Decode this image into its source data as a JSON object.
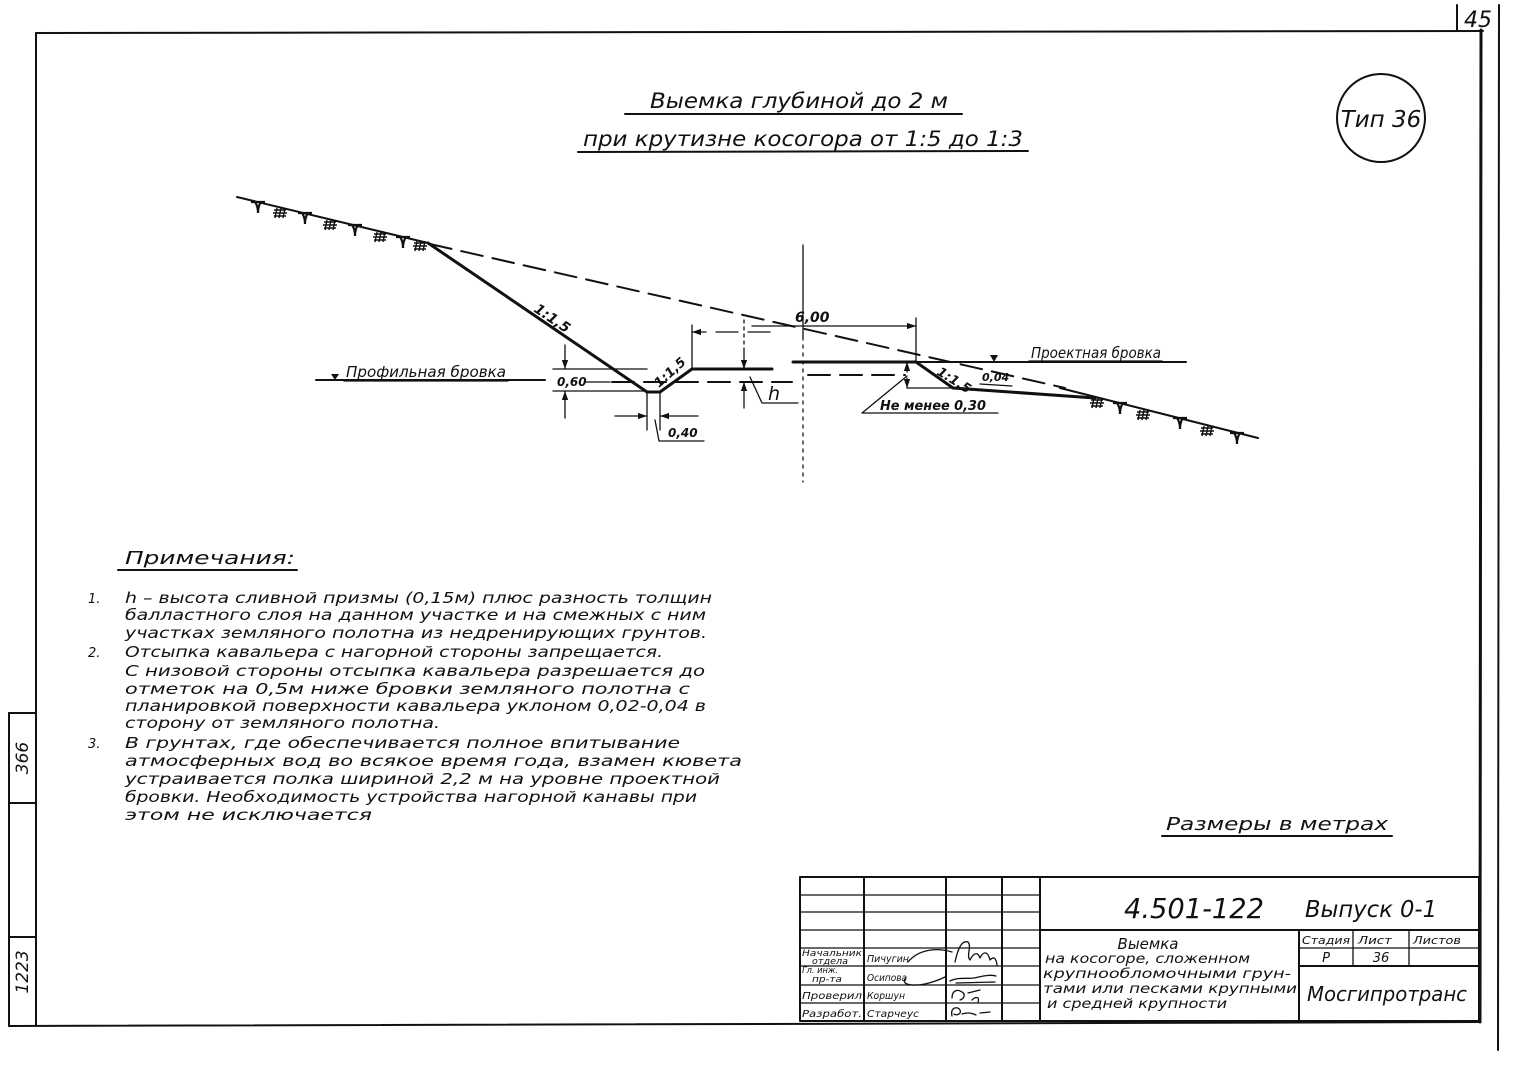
{
  "sheet": {
    "page_number": "45",
    "type_badge": "Тип 36"
  },
  "title": {
    "line1": "Выемка глубиной до 2 м",
    "line2": "при крутизне косогора от 1:5 до 1:3"
  },
  "drawing": {
    "labels": {
      "slope_left": "1:1,5",
      "slope_ditch": "1:1,5",
      "slope_right": "1:1,5",
      "profile_edge": "Профильная бровка",
      "project_edge": "Проектная бровка",
      "dim_width": "6,00",
      "dim_depth": "0,60",
      "dim_bottom": "0,40",
      "dim_h": "h",
      "dim_min": "Не менее 0,30",
      "grade": "0,04"
    }
  },
  "notes": {
    "heading": "Примечания:",
    "items": [
      {
        "number": "1.",
        "lines": [
          "h – высота сливной призмы (0,15м) плюс разность толщин",
          "балластного слоя на данном участке и на смежных с ним",
          "участках земляного полотна из недренирующих грунтов."
        ]
      },
      {
        "number": "2.",
        "lines": [
          "Отсыпка кавальера с нагорной стороны запрещается.",
          "С низовой стороны отсыпка кавальера разрешается до",
          "отметок на 0,5м ниже бровки земляного полотна с",
          "планировкой поверхности кавальера уклоном 0,02-0,04 в",
          "сторону от земляного полотна."
        ]
      },
      {
        "number": "3.",
        "lines": [
          "В грунтах, где обеспечивается полное впитывание",
          "атмосферных вод во всякое время года, взамен кювета",
          "устраивается полка шириной 2,2 м на уровне проектной",
          "бровки. Необходимость устройства нагорной канавы при",
          "этом не исключается"
        ]
      }
    ]
  },
  "units_note": "Размеры в метрах",
  "margin": {
    "top_cell": "366",
    "bottom_cell": "1223"
  },
  "title_block": {
    "doc_code": "4.501-122",
    "issue": "Выпуск 0-1",
    "description_lines": [
      "Выемка",
      "на косогоре, сложенном",
      "крупнообломочными грун-",
      "тами или песками крупными",
      "и средней крупности"
    ],
    "stage_header": "Стадия",
    "sheet_header": "Лист",
    "sheets_header": "Листов",
    "stage": "Р",
    "sheet": "36",
    "sheets": "",
    "organization": "Мосгипротранс",
    "signatures": [
      {
        "role": [
          "Начальник",
          "отдела"
        ],
        "name": "Пичугин"
      },
      {
        "role": [
          "Гл. инж.",
          "пр-та"
        ],
        "name": "Осипова"
      },
      {
        "role": [
          "Проверил"
        ],
        "name": "Коршун"
      },
      {
        "role": [
          "Разработ."
        ],
        "name": "Старчеус"
      }
    ]
  }
}
